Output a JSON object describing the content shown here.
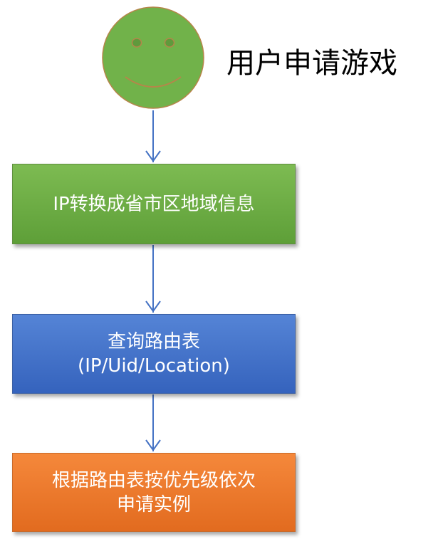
{
  "title": "用户申请游戏",
  "steps": [
    {
      "lines": [
        "IP转换成省市区地域信息"
      ]
    },
    {
      "lines": [
        "查询路由表",
        "(IP/Uid/Location)"
      ]
    },
    {
      "lines": [
        "根据路由表按优先级依次",
        "申请实例"
      ]
    }
  ],
  "colors": {
    "face": "#71b24a",
    "arrow": "#4472c4",
    "step1": "#6aa845",
    "step2": "#4472c4",
    "step3": "#ed7d31"
  },
  "icons": {
    "start": "smiley-face-icon"
  }
}
